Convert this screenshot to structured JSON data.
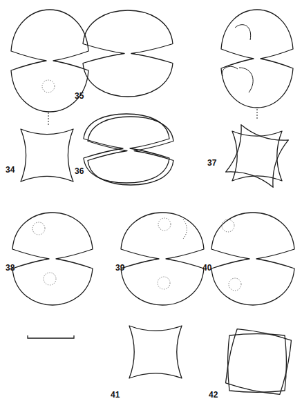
{
  "diagram": {
    "labels": [
      "34",
      "35",
      "36",
      "37",
      "38",
      "39",
      "40",
      "41",
      "42"
    ]
  }
}
